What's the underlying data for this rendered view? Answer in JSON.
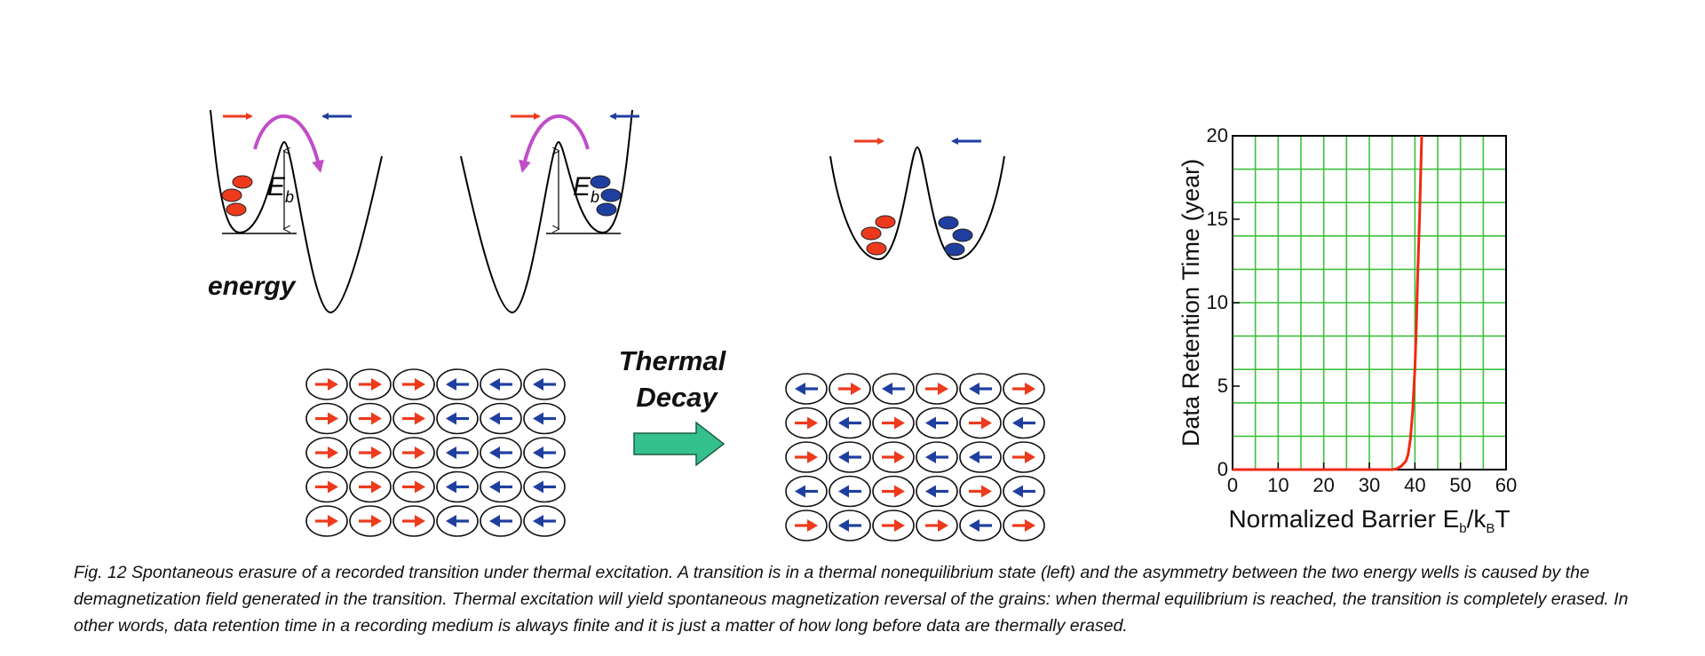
{
  "diagram": {
    "energy_label": "energy",
    "barrier_symbol": "E",
    "barrier_subscript": "b",
    "arrow_label_line1": "Thermal",
    "arrow_label_line2": "Decay",
    "colors": {
      "red": "#ee3a1c",
      "blue": "#1f3fa0",
      "magenta": "#c04ec8",
      "green_arrow": "#35c090"
    },
    "grid_left": [
      [
        "r",
        "r",
        "r",
        "b",
        "b",
        "b"
      ],
      [
        "r",
        "r",
        "r",
        "b",
        "b",
        "b"
      ],
      [
        "r",
        "r",
        "r",
        "b",
        "b",
        "b"
      ],
      [
        "r",
        "r",
        "r",
        "b",
        "b",
        "b"
      ],
      [
        "r",
        "r",
        "r",
        "b",
        "b",
        "b"
      ]
    ],
    "grid_right": [
      [
        "b",
        "r",
        "b",
        "r",
        "b",
        "r"
      ],
      [
        "r",
        "b",
        "r",
        "b",
        "r",
        "b"
      ],
      [
        "r",
        "b",
        "r",
        "b",
        "b",
        "r"
      ],
      [
        "b",
        "b",
        "r",
        "b",
        "r",
        "b"
      ],
      [
        "r",
        "b",
        "r",
        "r",
        "b",
        "r"
      ]
    ]
  },
  "chart_data": {
    "type": "line",
    "ylabel": "Data Retention Time (year)",
    "xlabel_main": "Normalized Barrier E",
    "xlabel_sub1": "b",
    "xlabel_mid": "/k",
    "xlabel_sub2": "B",
    "xlabel_end": "T",
    "xlim": [
      0,
      60
    ],
    "ylim": [
      0,
      20
    ],
    "xticks": [
      "0",
      "10",
      "20",
      "30",
      "40",
      "50",
      "60"
    ],
    "yticks": [
      "0",
      "5",
      "10",
      "15",
      "20"
    ],
    "grid": true,
    "grid_color": "#3cc23c",
    "line_color": "#ee2a10",
    "series": [
      {
        "x": [
          0,
          30,
          35,
          36,
          37,
          38,
          38.5,
          39,
          39.5,
          40,
          40.3,
          40.6,
          41,
          41.3,
          41.5
        ],
        "y": [
          0,
          0,
          0,
          0.05,
          0.2,
          0.5,
          0.9,
          1.8,
          3.5,
          6,
          8.5,
          11.5,
          15,
          18,
          20
        ]
      }
    ]
  },
  "caption": {
    "text": "Fig. 12 Spontaneous erasure of a recorded transition under thermal excitation. A transition is in a thermal nonequilibrium state (left) and the asymmetry between the two energy wells is caused by the demagnetization field generated in the transition. Thermal excitation will yield spontaneous magnetization reversal of the grains: when thermal equilibrium is reached, the transition is completely erased. In other words, data retention time in a recording medium is always finite and it is just a matter of how long before data are thermally erased."
  }
}
